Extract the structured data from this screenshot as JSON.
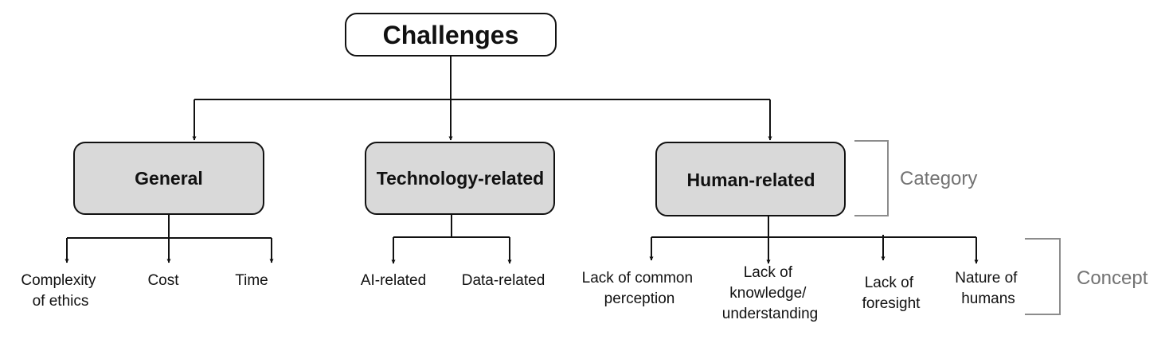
{
  "root": {
    "label": "Challenges"
  },
  "categories": [
    {
      "label": "General"
    },
    {
      "label": "Technology-related"
    },
    {
      "label": "Human-related"
    }
  ],
  "concepts": {
    "general": [
      [
        "Complexity",
        "of ethics"
      ],
      [
        "Cost"
      ],
      [
        "Time"
      ]
    ],
    "technology": [
      [
        "AI-related"
      ],
      [
        "Data-related"
      ]
    ],
    "human": [
      [
        "Lack of common",
        "perception"
      ],
      [
        "Lack of",
        "knowledge/",
        "understanding"
      ],
      [
        "Lack of",
        "foresight"
      ],
      [
        "Nature of",
        "humans"
      ]
    ]
  },
  "legend": {
    "category": "Category",
    "concept": "Concept"
  },
  "colors": {
    "category_fill": "#d9d9d9",
    "stroke": "#111111",
    "legend_text": "#737373"
  }
}
